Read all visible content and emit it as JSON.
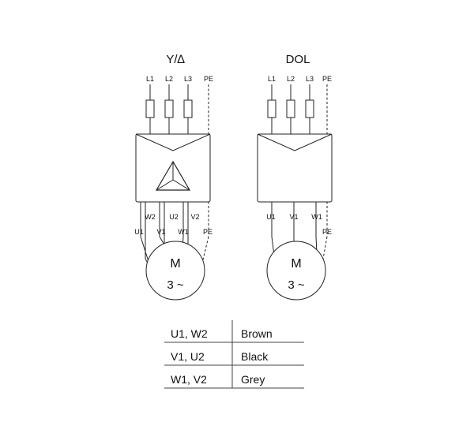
{
  "left": {
    "title": "Y/∆",
    "supply": [
      "L1",
      "L2",
      "L3",
      "PE"
    ],
    "out_upper": [
      "W2",
      "U2",
      "V2"
    ],
    "out_lower": [
      "U1",
      "V1",
      "W1",
      "PE"
    ],
    "motor": {
      "label": "M",
      "phase": "3 ~"
    }
  },
  "right": {
    "title": "DOL",
    "supply": [
      "L1",
      "L2",
      "L3",
      "PE"
    ],
    "outputs": [
      "U1",
      "V1",
      "W1",
      "PE"
    ],
    "motor": {
      "label": "M",
      "phase": "3 ~"
    }
  },
  "table": [
    {
      "terminals": "U1, W2",
      "color": "Brown"
    },
    {
      "terminals": "V1, U2",
      "color": "Black"
    },
    {
      "terminals": "W1, V2",
      "color": "Grey"
    }
  ]
}
